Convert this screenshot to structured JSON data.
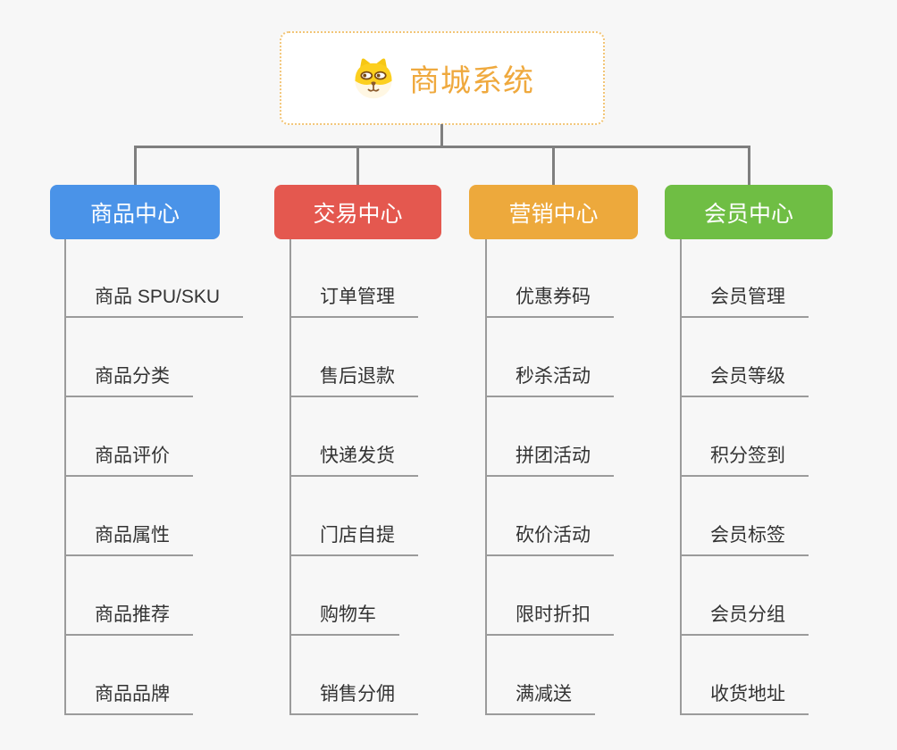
{
  "colors": {
    "bg": "#f7f7f7",
    "connector": "#7f7f7f",
    "child_line": "#9b9b9b",
    "child_text": "#333333",
    "root_text": "#efa93e",
    "root_border": "#f2c577"
  },
  "root": {
    "label": "商城系统",
    "icon": "dog-face-icon"
  },
  "branches": [
    {
      "label": "商品中心",
      "color": "#4a93e8",
      "children": [
        "商品 SPU/SKU",
        "商品分类",
        "商品评价",
        "商品属性",
        "商品推荐",
        "商品品牌"
      ]
    },
    {
      "label": "交易中心",
      "color": "#e4584f",
      "children": [
        "订单管理",
        "售后退款",
        "快递发货",
        "门店自提",
        "购物车",
        "销售分佣"
      ]
    },
    {
      "label": "营销中心",
      "color": "#eda93c",
      "children": [
        "优惠券码",
        "秒杀活动",
        "拼团活动",
        "砍价活动",
        "限时折扣",
        "满减送"
      ]
    },
    {
      "label": "会员中心",
      "color": "#6fbe44",
      "children": [
        "会员管理",
        "会员等级",
        "积分签到",
        "会员标签",
        "会员分组",
        "收货地址"
      ]
    }
  ]
}
